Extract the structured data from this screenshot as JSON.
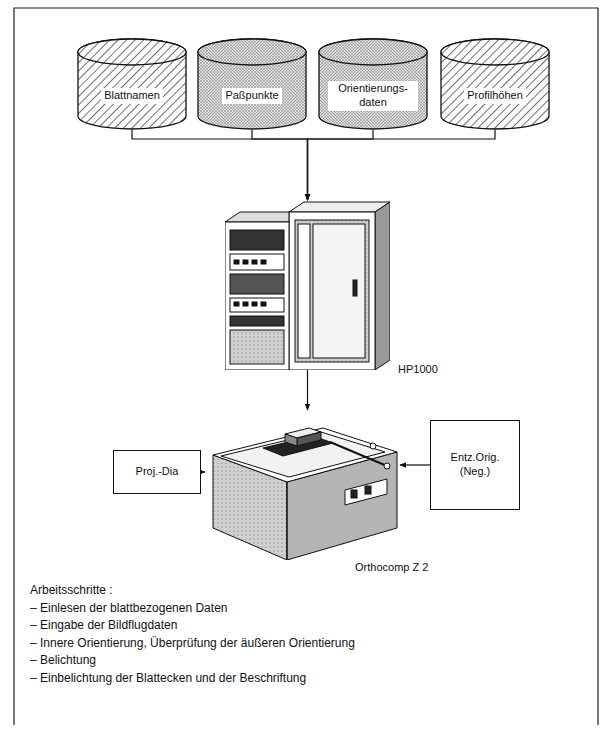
{
  "diagram": {
    "nodes": [
      {
        "text": [
          "Blattnamen"
        ]
      },
      {
        "text": [
          "Paßpunkte"
        ]
      },
      {
        "text": [
          "Orientierungs- daten"
        ]
      },
      {
        "text": [
          "Profilhöhen"
        ]
      },
      {
        "text": [
          "HP1000"
        ]
      },
      {
        "text": [
          "Orthocomp Z 2"
        ]
      },
      {
        "text": [
          "Proj.-Dia"
        ]
      },
      {
        "text": [
          "Entz.Orig. (Neg.)"
        ]
      }
    ],
    "edges": [
      {
        "from": 0,
        "to": 4,
        "arrow": "to"
      },
      {
        "from": 1,
        "to": 4,
        "arrow": "to"
      },
      {
        "from": 2,
        "to": 4,
        "arrow": "to"
      },
      {
        "from": 3,
        "to": 4,
        "arrow": "to"
      },
      {
        "from": 4,
        "to": 5,
        "arrow": "to"
      },
      {
        "from": 6,
        "to": 5,
        "arrow": "to"
      },
      {
        "from": 7,
        "to": 5,
        "arrow": "to"
      }
    ],
    "labels": [
      "Arbeitsschritte :",
      "– Einlesen der blattbezogenen Daten",
      "– Eingabe der Bildflugdaten",
      "– Innere Orientierung, Überprüfung der äußeren Orientierung",
      "– Belichtung",
      "– Einbelichtung der Blattecken und der Beschriftung"
    ]
  }
}
